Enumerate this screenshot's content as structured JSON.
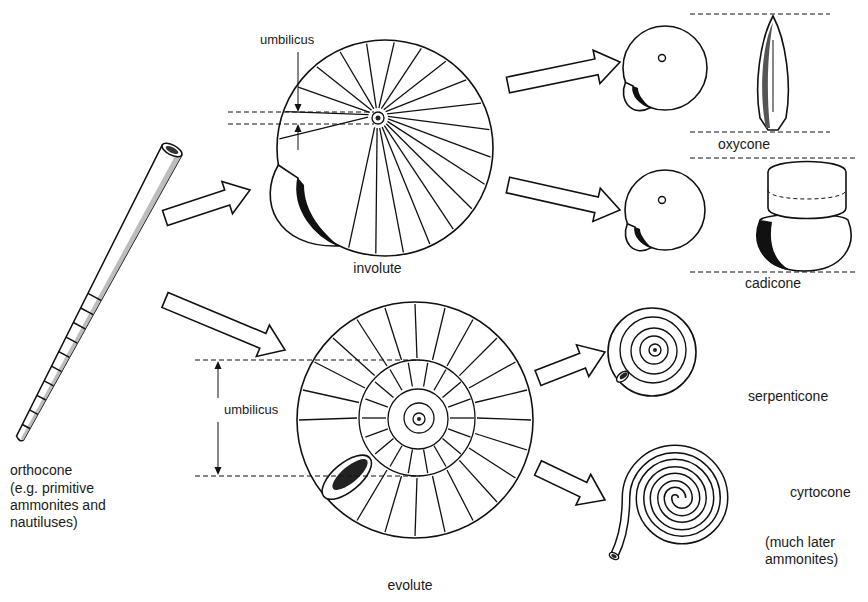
{
  "diagram": {
    "nodes": [
      {
        "text": [
          "orthocone",
          "(e.g. primitive ammonites and nautiluses)"
        ]
      },
      {
        "text": [
          "involute"
        ]
      },
      {
        "text": [
          "evolute"
        ]
      },
      {
        "text": [
          "oxycone"
        ]
      },
      {
        "text": [
          "cadicone"
        ]
      },
      {
        "text": [
          "serpenticone"
        ]
      },
      {
        "text": [
          "cyrtocone",
          "(much later ammonites)"
        ]
      }
    ],
    "edges": [
      {
        "from": 0,
        "to": 1,
        "arrow": "to"
      },
      {
        "from": 0,
        "to": 2,
        "arrow": "to"
      },
      {
        "from": 1,
        "to": 3,
        "arrow": "to"
      },
      {
        "from": 1,
        "to": 4,
        "arrow": "to"
      },
      {
        "from": 2,
        "to": 5,
        "arrow": "to"
      },
      {
        "from": 2,
        "to": 6,
        "arrow": "to"
      }
    ],
    "labels": [
      "umbilicus",
      "umbilicus"
    ]
  }
}
